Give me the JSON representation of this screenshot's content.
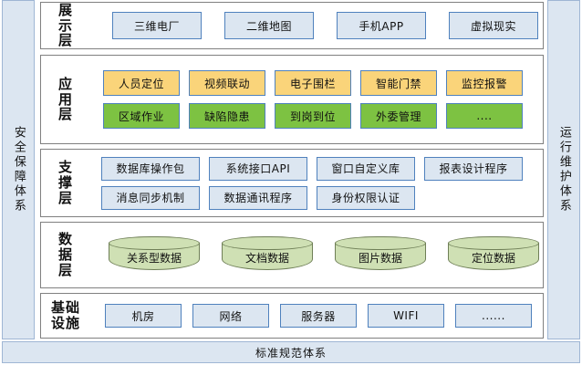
{
  "rails": {
    "left": {
      "label": "安全保障体系"
    },
    "right": {
      "label": "运行维护体系"
    }
  },
  "bottom_bar": {
    "label": "标准规范体系"
  },
  "layers": [
    {
      "id": "presentation",
      "label_lines": [
        "展",
        "示",
        "层"
      ],
      "rows": [
        {
          "style": "blue",
          "items": [
            "三维电厂",
            "二维地图",
            "手机APP",
            "虚拟现实"
          ]
        }
      ]
    },
    {
      "id": "application",
      "label_lines": [
        "应",
        "用",
        "层"
      ],
      "rows": [
        {
          "style": "yellow",
          "items": [
            "人员定位",
            "视频联动",
            "电子围栏",
            "智能门禁",
            "监控报警"
          ]
        },
        {
          "style": "green",
          "items": [
            "区域作业",
            "缺陷隐患",
            "到岗到位",
            "外委管理",
            "...."
          ]
        }
      ]
    },
    {
      "id": "support",
      "label_lines": [
        "支",
        "撑",
        "层"
      ],
      "rows": [
        {
          "style": "blue",
          "items": [
            "数据库操作包",
            "系统接口API",
            "窗口自定义库",
            "报表设计程序"
          ]
        },
        {
          "style": "blue",
          "items": [
            "消息同步机制",
            "数据通讯程序",
            "身份权限认证"
          ]
        }
      ]
    },
    {
      "id": "data",
      "label_lines": [
        "数",
        "据",
        "层"
      ],
      "cylinders": [
        "关系型数据",
        "文档数据",
        "图片数据",
        "定位数据"
      ]
    },
    {
      "id": "infra",
      "label_lines": [
        "基础",
        "设施"
      ],
      "rows": [
        {
          "style": "blue",
          "items": [
            "机房",
            "网络",
            "服务器",
            "WIFI",
            "......"
          ]
        }
      ]
    }
  ],
  "colors": {
    "panel_border": "#808080",
    "box_border_blue": "#4f81bd",
    "box_fill_blue": "#dce6f1",
    "box_fill_yellow": "#fad47a",
    "box_fill_green": "#7dc242",
    "cylinder_fill": "#cfe0b4",
    "cylinder_border": "#6f7f57",
    "rail_fill": "#dce6f1"
  }
}
